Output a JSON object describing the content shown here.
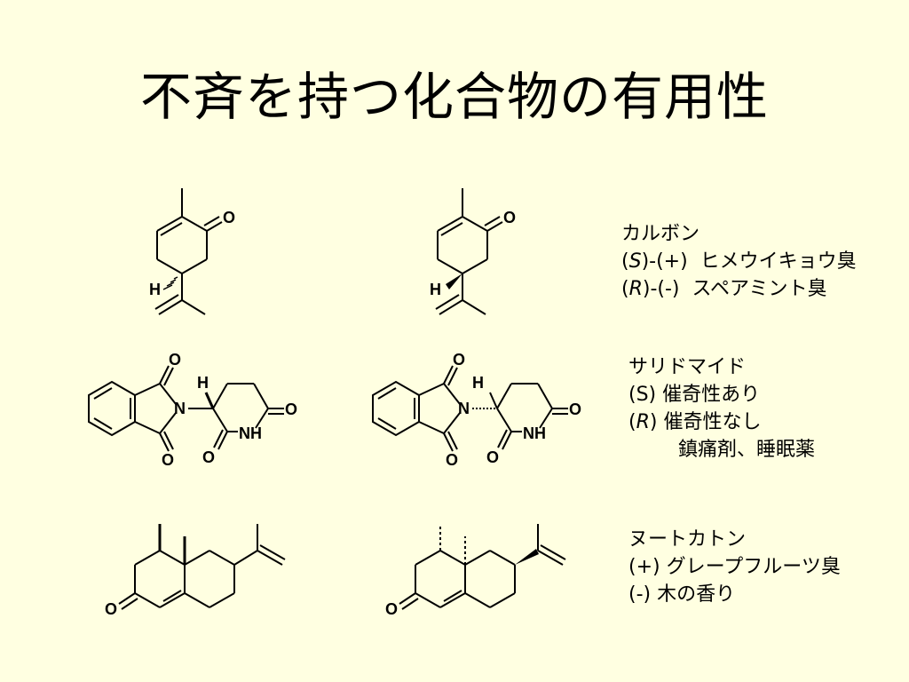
{
  "slide": {
    "title": "不斉を持つ化合物の有用性"
  },
  "atoms": {
    "O": "O",
    "H": "H",
    "N": "N",
    "NH": "NH"
  },
  "groups": [
    {
      "name": "カルボン",
      "lines": [
        {
          "open": "(",
          "config": "S",
          "rest": ")-(+)  ヒメウイキョウ臭"
        },
        {
          "open": "(",
          "config": "R",
          "rest": ")-(-)  スペアミント臭"
        }
      ]
    },
    {
      "name": "サリドマイド",
      "lines": [
        {
          "open": "(S) ",
          "config": "",
          "rest": "催奇性あり"
        },
        {
          "open": "(",
          "config": "R",
          "rest": ") 催奇性なし"
        }
      ],
      "extra": "鎮痛剤、睡眠薬"
    },
    {
      "name": "ヌートカトン",
      "lines": [
        {
          "open": "(+) ",
          "config": "",
          "rest": "グレープフルーツ臭"
        },
        {
          "open": "(-) ",
          "config": "",
          "rest": "木の香り"
        }
      ]
    }
  ]
}
